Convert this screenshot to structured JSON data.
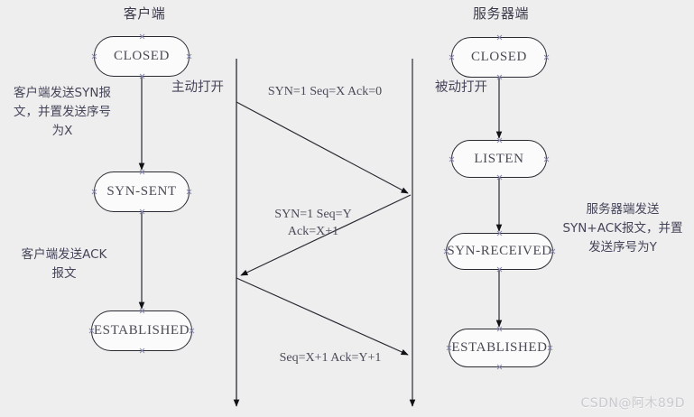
{
  "diagram": {
    "title_client": "客户端",
    "title_server": "服务器端",
    "watermark": "CSDN@阿木89D",
    "background_color": "#eeeeee",
    "line_color": "#2a2a33",
    "box_fill": "#fbfbfb"
  },
  "client": {
    "states": [
      {
        "label": "CLOSED"
      },
      {
        "label": "SYN-SENT"
      },
      {
        "label": "ESTABLISHED"
      }
    ],
    "annotations": [
      {
        "text": "客户端发送SYN报\n文，并置发送序号\n为X"
      },
      {
        "text": "客户端发送ACK\n报文"
      }
    ],
    "open_label": "主动打开"
  },
  "server": {
    "states": [
      {
        "label": "CLOSED"
      },
      {
        "label": "LISTEN"
      },
      {
        "label": "SYN-RECEIVED"
      },
      {
        "label": "ESTABLISHED"
      }
    ],
    "annotations": [
      {
        "text": "服务器端发送\nSYN+ACK报文，并置\n发送序号为Y"
      }
    ],
    "open_label": "被动打开"
  },
  "messages": [
    {
      "label": "SYN=1  Seq=X  Ack=0",
      "direction": "client-to-server"
    },
    {
      "label": "SYN=1  Seq=Y\nAck=X+1",
      "direction": "server-to-client"
    },
    {
      "label": "Seq=X+1  Ack=Y+1",
      "direction": "client-to-server"
    }
  ]
}
